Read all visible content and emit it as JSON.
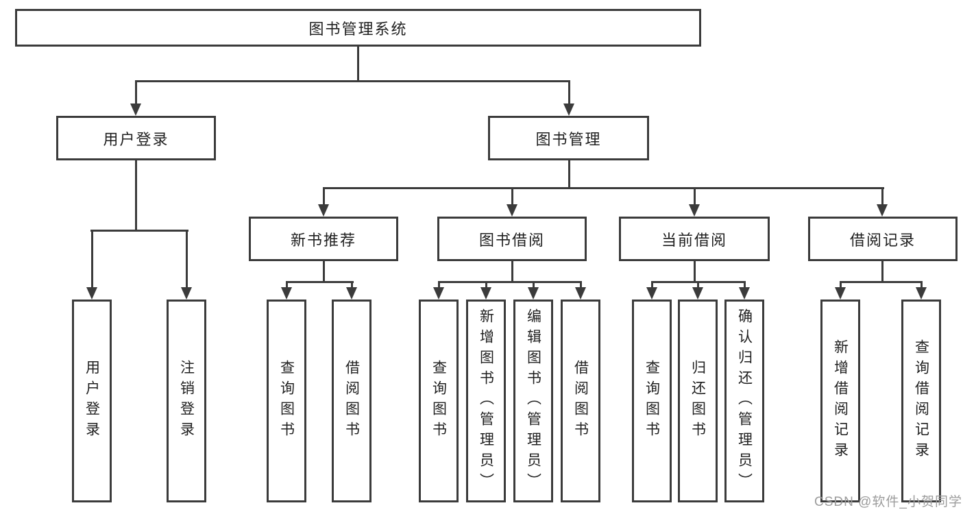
{
  "diagram": {
    "root": {
      "label": "图书管理系统"
    },
    "level2": [
      {
        "label": "用户登录"
      },
      {
        "label": "图书管理"
      }
    ],
    "level3": [
      {
        "label": "新书推荐"
      },
      {
        "label": "图书借阅"
      },
      {
        "label": "当前借阅"
      },
      {
        "label": "借阅记录"
      }
    ],
    "leaves": [
      {
        "label": "用户登录"
      },
      {
        "label": "注销登录"
      },
      {
        "label": "查询图书"
      },
      {
        "label": "借阅图书"
      },
      {
        "label": "查询图书"
      },
      {
        "label": "新增图书（管理员）"
      },
      {
        "label": "编辑图书（管理员）"
      },
      {
        "label": "借阅图书"
      },
      {
        "label": "查询图书"
      },
      {
        "label": "归还图书"
      },
      {
        "label": "确认归还（管理员）"
      },
      {
        "label": "新增借阅记录"
      },
      {
        "label": "查询借阅记录"
      }
    ],
    "watermark": "CSDN @软件_小贺同学",
    "colors": {
      "line": "#3b3b3b",
      "text": "#1f1f1f",
      "box_fill": "#ffffff",
      "background": "#ffffff",
      "watermark": "#9c9c9c"
    }
  }
}
